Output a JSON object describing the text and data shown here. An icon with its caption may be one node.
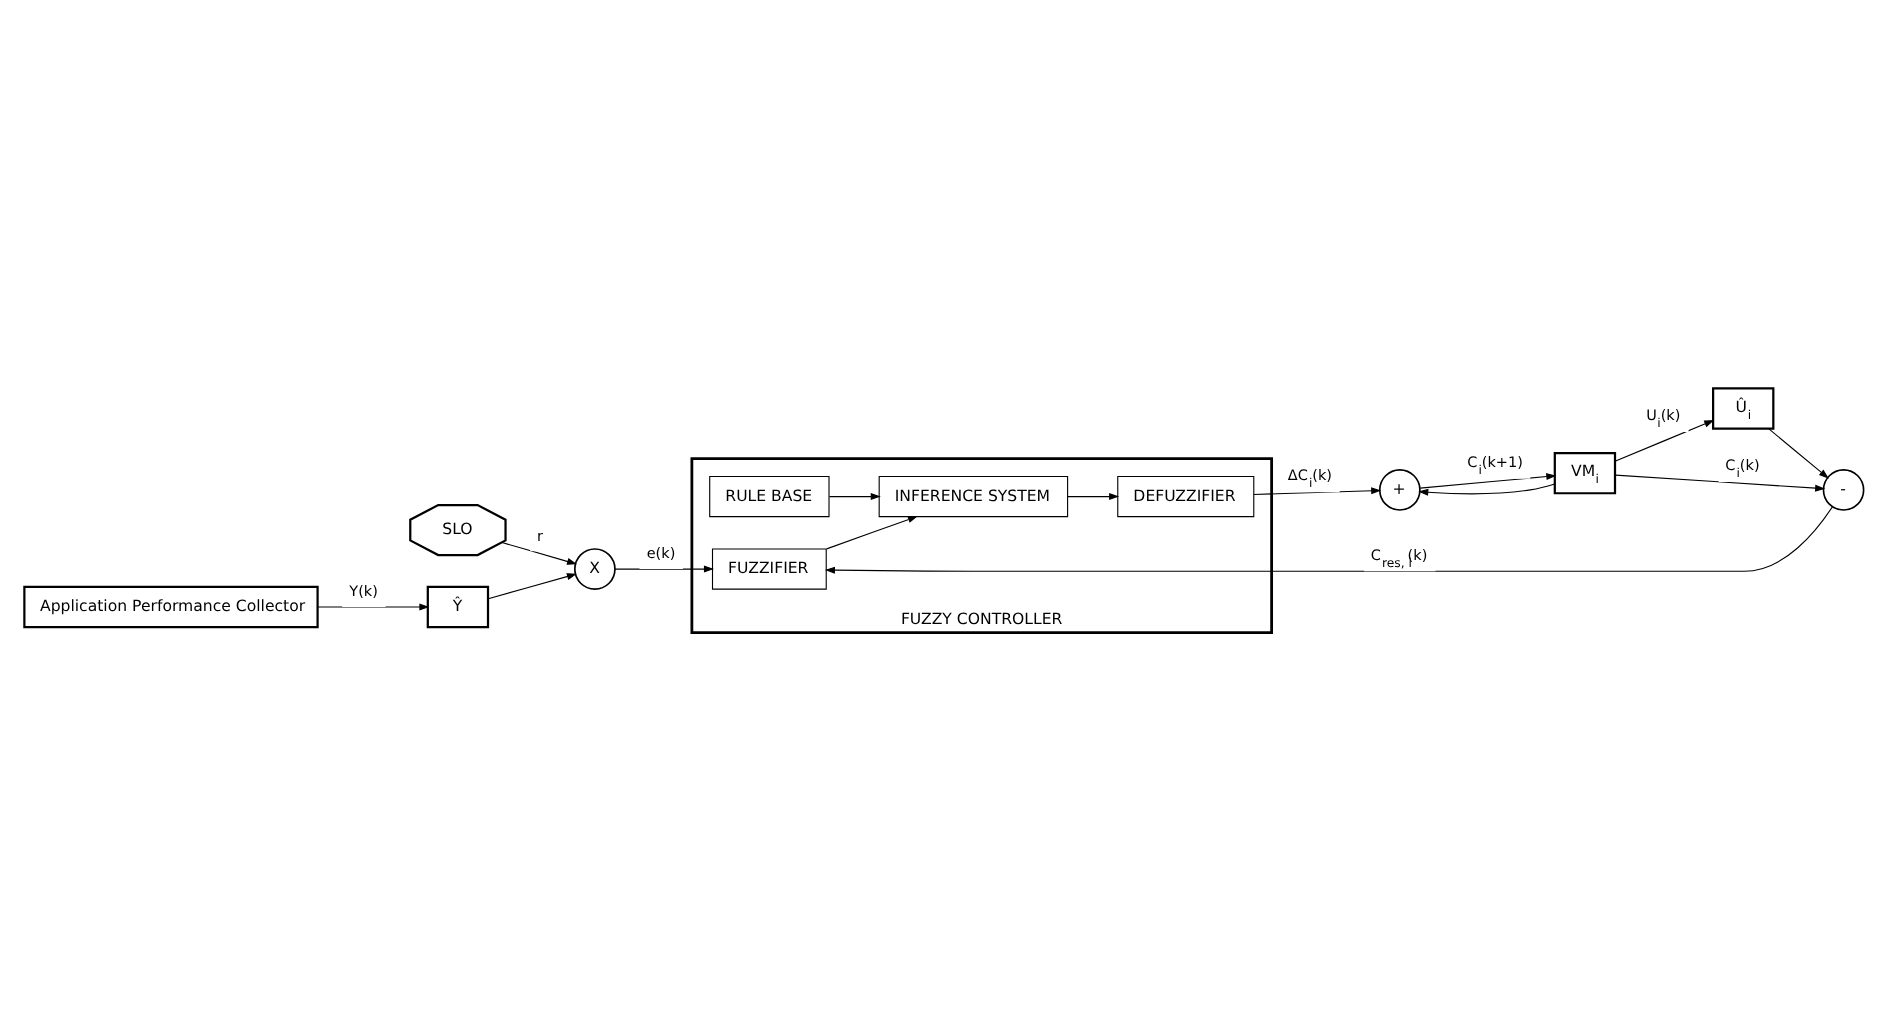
{
  "diagram": {
    "nodes": [
      {
        "text": [
          "SLO"
        ]
      },
      {
        "text": [
          "Ŷ"
        ]
      },
      {
        "text": [
          "X"
        ]
      },
      {
        "text": [
          "Application Performance Collector"
        ]
      },
      {
        "text": [
          "FUZZY CONTROLLER"
        ]
      },
      {
        "text": [
          "INFERENCE SYSTEM"
        ],
        "in": 4
      },
      {
        "text": [
          "FUZZIFIER"
        ],
        "in": 4
      },
      {
        "text": [
          "DEFUZZIFIER"
        ],
        "in": 4
      },
      {
        "text": [
          "RULE BASE"
        ],
        "in": 4
      },
      {
        "text": [
          "Û$_{i}$"
        ]
      },
      {
        "text": [
          "-"
        ]
      },
      {
        "text": [
          "+"
        ]
      },
      {
        "text": [
          "VM$_{i}$"
        ]
      }
    ],
    "edges": [
      {
        "from": 0,
        "to": 2,
        "arrow": "to",
        "label": "r"
      },
      {
        "from": 3,
        "to": 1,
        "arrow": "to",
        "label": "Y(k)"
      },
      {
        "from": 1,
        "to": 2,
        "arrow": "to"
      },
      {
        "from": 2,
        "to": 6,
        "arrow": "to",
        "label": "e(k)"
      },
      {
        "from": 6,
        "to": 5,
        "arrow": "to"
      },
      {
        "from": 8,
        "to": 5,
        "arrow": "to"
      },
      {
        "from": 5,
        "to": 7,
        "arrow": "to"
      },
      {
        "from": 10,
        "to": 6,
        "arrow": "to",
        "label": "C$_{res, i}$(k)"
      },
      {
        "from": 9,
        "to": 10,
        "arrow": "to"
      },
      {
        "from": 7,
        "to": 11,
        "arrow": "to",
        "label": "ΔC$_{i}$(k)"
      },
      {
        "from": 11,
        "to": 12,
        "arrow": "to",
        "label": "C$_{i}$(k+1)"
      },
      {
        "from": 12,
        "to": 11,
        "arrow": "to"
      },
      {
        "from": 12,
        "to": 10,
        "arrow": "to",
        "label": "C$_{i}$(k)"
      },
      {
        "from": 12,
        "to": 9,
        "arrow": "to",
        "label": "U$_{i}$(k)"
      }
    ]
  }
}
